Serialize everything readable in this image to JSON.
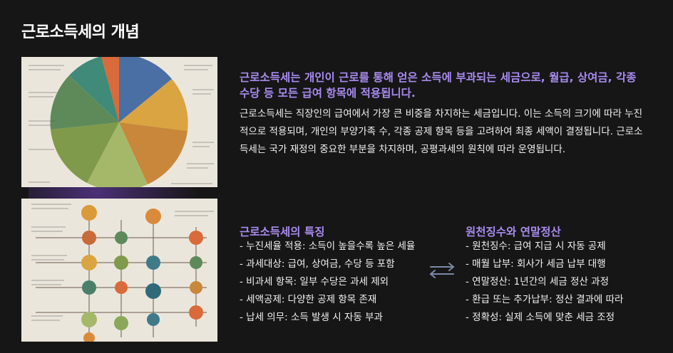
{
  "page": {
    "title": "근로소득세의 개념"
  },
  "intro": {
    "lead": "근로소득세는 개인이 근로를 통해 얻은 소득에 부과되는 세금으로, 월급, 상여금, 각종 수당 등 모든 급여 항목에 적용됩니다.",
    "body": "근로소득세는 직장인의 급여에서 가장 큰 비중을 차지하는 세금입니다. 이는 소득의 크기에 따라 누진적으로 적용되며, 개인의 부양가족 수, 각종 공제 항목 등을 고려하여 최종 세액이 결정됩니다. 근로소득세는 국가 재정의 중요한 부분을 차지하며, 공평과세의 원칙에 따라 운영됩니다."
  },
  "features": {
    "title": "근로소득세의 특징",
    "items": [
      "- 누진세율 적용: 소득이 높을수록 높은 세율",
      "- 과세대상: 급여, 상여금, 수당 등 포함",
      "- 비과세 항목: 일부 수당은 과세 제외",
      "- 세액공제: 다양한 공제 항목 존재",
      "- 납세 의무: 소득 발생 시 자동 부과"
    ]
  },
  "withholding": {
    "title": "원천징수와 연말정산",
    "items": [
      "- 원천징수: 급여 지급 시 자동 공제",
      "- 매월 납부: 회사가 세금 납부 대행",
      "- 연말정산: 1년간의 세금 정산 과정",
      "- 환급 또는 추가납부: 정산 결과에 따라",
      "- 정확성: 실제 소득에 맞춘 세금 조정"
    ]
  },
  "icons": {
    "exchange": "exchange-arrows-icon"
  },
  "colors": {
    "background": "#161616",
    "accent": "#a98bf0",
    "text": "#f2f2f2",
    "pie": [
      "#4a6fa5",
      "#d9a441",
      "#c8873a",
      "#a5b86a",
      "#7f9a4a",
      "#5e8a5a",
      "#3f8a78",
      "#d96a3a"
    ]
  }
}
